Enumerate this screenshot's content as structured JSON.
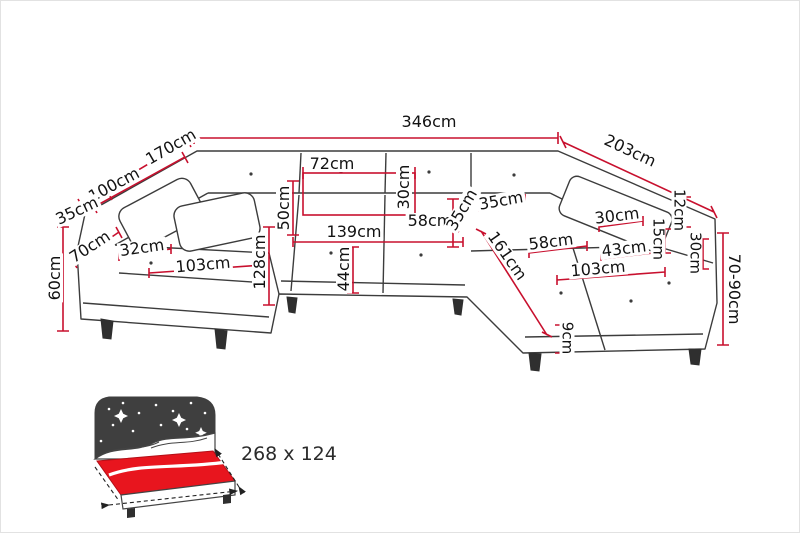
{
  "colors": {
    "dimension_line": "#c8102e",
    "sofa_outline": "#3c3c3c",
    "sleeping_area_highlight": "#e8151e"
  },
  "dimensions": {
    "top_width": "346cm",
    "left_diagonal": "170cm",
    "right_diagonal": "203cm",
    "left_back_width": "100cm",
    "left_arm_width": "35cm",
    "left_front_width": "70cm",
    "left_side_height": "60cm",
    "left_seat_width": "32cm",
    "left_chaise_width": "103cm",
    "left_chaise_depth": "128cm",
    "backrest_depth": "50cm",
    "center_back_width": "72cm",
    "center_back_depth": "30cm",
    "center_seat_width": "139cm",
    "center_seat_depth": "58cm",
    "center_front_depth": "44cm",
    "right_back_depth": "35cm",
    "right_back_width": "35cm",
    "right_chaise_length": "161cm",
    "right_seat_width": "58cm",
    "right_armrest_width": "43cm",
    "right_chaise_width": "103cm",
    "right_corner_width": "30cm",
    "right_edge_a": "12cm",
    "right_edge_b": "15cm",
    "right_edge_c": "30cm",
    "right_side_height": "70-90cm",
    "leg_height": "9cm"
  },
  "sleeping_function": {
    "size_label": "268 x 124"
  }
}
